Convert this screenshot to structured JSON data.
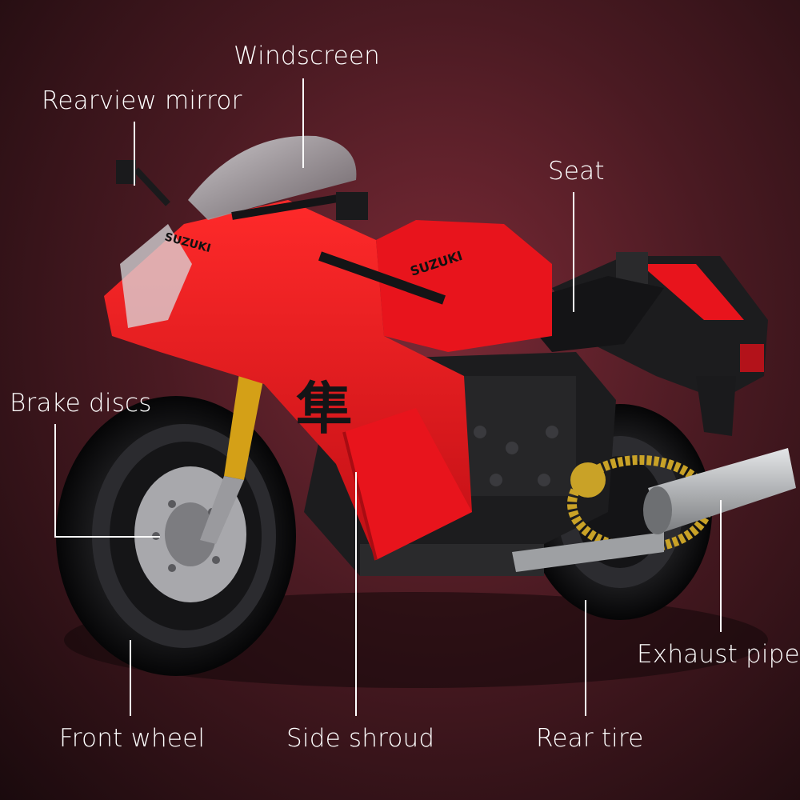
{
  "labels": {
    "windscreen": "Windscreen",
    "rearview_mirror": "Rearview mirror",
    "seat": "Seat",
    "brake_discs": "Brake discs",
    "exhaust_pipe": "Exhaust pipe",
    "front_wheel": "Front wheel",
    "side_shroud": "Side shroud",
    "rear_tire": "Rear tire"
  },
  "branding": {
    "fairing_logo": "SUZUKI",
    "tank_logo": "SUZUKI",
    "side_glyph": "隼"
  },
  "colors": {
    "body_red": "#e8141c",
    "dark_red": "#a80c12",
    "frame_black": "#1c1c1e",
    "tire_black": "#0e0e10",
    "rim_gray": "#3a3a3e",
    "disc_silver": "#a8a8ac",
    "fork_gold": "#d4a017",
    "chain_gold": "#c9a227",
    "exhaust_silver": "#b8babd"
  }
}
